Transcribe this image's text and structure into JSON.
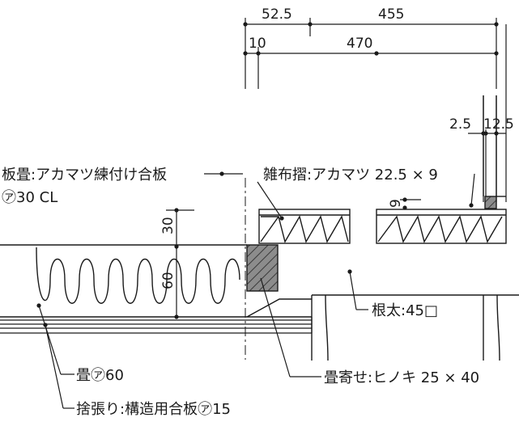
{
  "dimensions": {
    "top_left": "52.5",
    "top_right": "455",
    "second_left": "10",
    "second_right": "470",
    "right_a": "2.5",
    "right_b": "12.5",
    "vertical_30": "30",
    "vertical_60": "60",
    "small_9": "9"
  },
  "labels": {
    "floor_board_line1": "板畳:アカマツ練付け合板",
    "floor_board_line2": "㋐30 CL",
    "edge_strip": "雑布摺:アカマツ 22.5 × 9",
    "sleeper": "根太:45□",
    "tatami": "畳㋐60",
    "tatami_stop": "畳寄せ:ヒノキ 25 × 40",
    "subfloor": "捨張り:構造用合板㋐15"
  },
  "colors": {
    "line": "#1a1a1a",
    "hatch_fill": "#8c8c8c",
    "background": "#ffffff"
  }
}
